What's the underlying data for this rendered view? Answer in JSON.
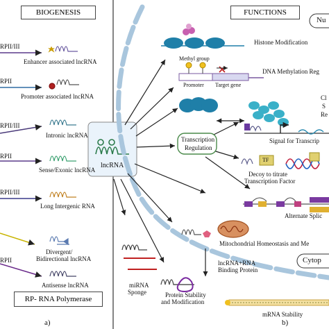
{
  "left_panel": {
    "header": "BIOGENESIS",
    "items": [
      {
        "pol": "RPII/III",
        "label": "Enhancer associated lncRNA"
      },
      {
        "pol": "RPII",
        "label": "Promoter associated lncRNA"
      },
      {
        "pol": "RPII/III",
        "label": "Intronic lncRNA"
      },
      {
        "pol": "RPII",
        "label": "Sense/Exonic lncRNA"
      },
      {
        "pol": "RPII/III",
        "label": "Long Intergenic RNA"
      },
      {
        "pol": "",
        "label": "Divergent/"
      },
      {
        "pol": "",
        "label": "Bidirectional lncRNA"
      },
      {
        "pol": "RPII",
        "label": "Antisense lncRNA"
      }
    ],
    "legend": "RP- RNA Polymerase",
    "panel_letter": "a)"
  },
  "center": {
    "lncrna_label": "lncRNA"
  },
  "right_panel": {
    "header": "FUNCTIONS",
    "nucleus_label": "Nu",
    "cytoplasm_label": "Cytop",
    "panel_letter": "b)",
    "labels": {
      "histone": "Histone Modification",
      "methyl": "Methyl group",
      "promoter": "Promoter",
      "target_gene": "Target gene",
      "dna_methylation": "DNA Methylation Reg",
      "chromatin_1": "Cl",
      "chromatin_2": "S",
      "chromatin_3": "Re",
      "transcription_regulation_1": "Transcription",
      "transcription_regulation_2": "Regulation",
      "signal": "Signal for Transcrip",
      "tf": "TF",
      "decoy_1": "Decoy to titrate",
      "decoy_2": "Transcription Factor",
      "alt_splicing": "Alternate Splic",
      "mito": "Mitochondrial Homeostasis and Me",
      "binding_1": "lncRNA+RNA",
      "binding_2": "Binding Protein",
      "mirna_1": "miRNA",
      "mirna_2": "Sponge",
      "protein_1": "Protein Stability",
      "protein_2": "and Modification",
      "mrna_stability": "mRNA Stability"
    }
  },
  "colors": {
    "membrane": "#a9c6dd",
    "dna": "#1f7fa8",
    "green_box": "#4a8a4a",
    "arrow": "#222222"
  }
}
